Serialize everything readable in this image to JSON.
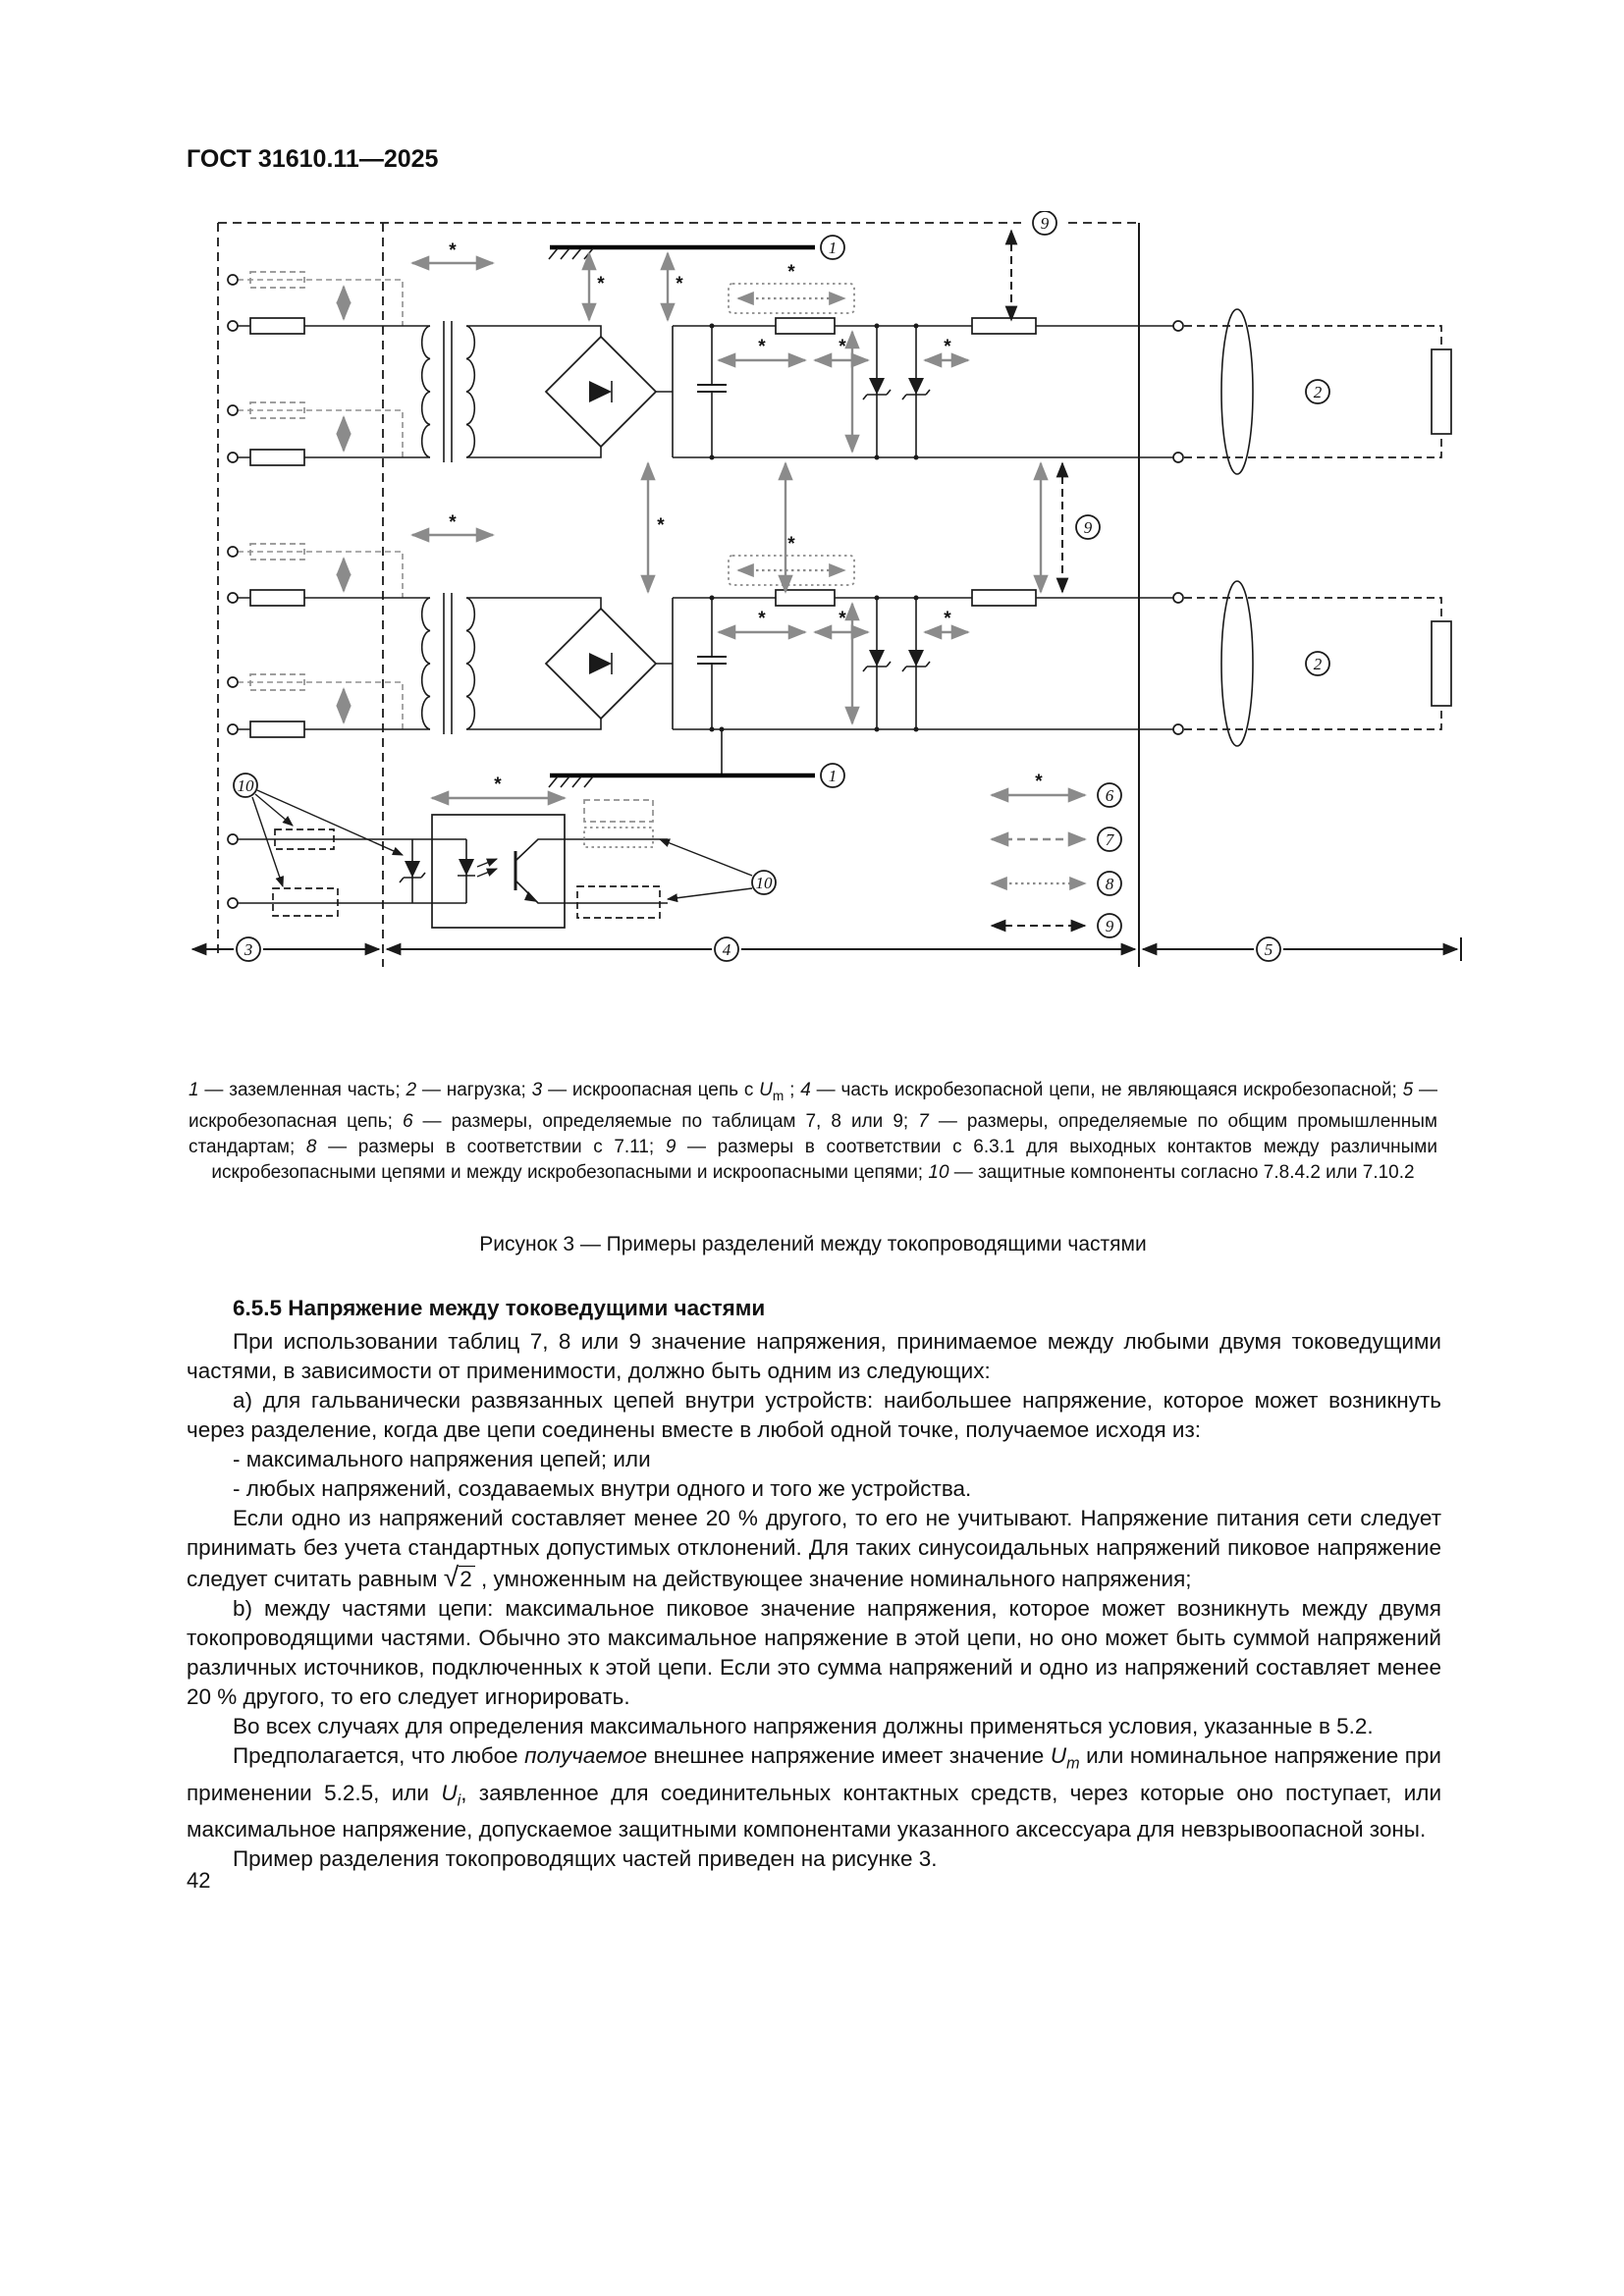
{
  "page": {
    "header": "ГОСТ 31610.11—2025",
    "number": "42"
  },
  "figure": {
    "asterisk": "*",
    "callouts": {
      "c1": "1",
      "c2": "2",
      "c3": "3",
      "c4": "4",
      "c5": "5",
      "c6": "6",
      "c7": "7",
      "c8": "8",
      "c9": "9",
      "c10": "10"
    },
    "legend": [
      {
        "style": "solid-gray-arrow",
        "label": "6"
      },
      {
        "style": "dashed-gray-arrow",
        "label": "7"
      },
      {
        "style": "dotted-gray-arrow",
        "label": "8"
      },
      {
        "style": "dashed-black-arrow",
        "label": "9"
      }
    ],
    "caption_segments": [
      {
        "t": "1",
        "i": true
      },
      " — заземленная часть; ",
      {
        "t": "2",
        "i": true
      },
      " — нагрузка; ",
      {
        "t": "3",
        "i": true
      },
      " — искроопасная цепь с ",
      {
        "t": "U",
        "i": true
      },
      {
        "t": "m",
        "sub": true
      },
      " ; ",
      {
        "t": "4",
        "i": true
      },
      " — часть искробезопасной цепи, не являющаяся искробезопасной; ",
      {
        "t": "5",
        "i": true
      },
      " — искробезопасная цепь; ",
      {
        "t": "6",
        "i": true
      },
      " — размеры, определяемые по таблицам 7, 8 или 9; ",
      {
        "t": "7",
        "i": true
      },
      " — размеры, определяемые по общим промышленным стандартам; ",
      {
        "t": "8",
        "i": true
      },
      " — размеры в соответствии с 7.11; ",
      {
        "t": "9",
        "i": true
      },
      " — размеры в соответствии с 6.3.1 для выходных контактов между различными искробезопасными цепями и между искробезопасными и искроопасными цепями; ",
      {
        "t": "10",
        "i": true
      },
      " — защитные компоненты согласно 7.8.4.2 или 7.10.2"
    ],
    "title": "Рисунок 3 — Примеры разделений между токопроводящими частями"
  },
  "section": {
    "heading": "6.5.5 Напряжение между токоведущими частями",
    "paragraphs": [
      [
        "При использовании таблиц 7, 8 или 9 значение напряжения, принимаемое между любыми двумя токоведущими частями, в зависимости от применимости, должно быть одним из следующих:"
      ],
      [
        "a) для гальванически развязанных цепей внутри устройств: наибольшее напряжение, которое может возникнуть через разделение, когда две цепи соединены вместе в любой одной точке, получаемое исходя из:"
      ],
      [
        "- максимального напряжения цепей; или"
      ],
      [
        "- любых напряжений, создаваемых внутри одного и того же устройства."
      ],
      [
        "Если одно из напряжений составляет менее 20 % другого, то его не учитывают. Напряжение питания сети следует принимать без учета стандартных допустимых отклонений. Для таких синусоидальных напряжений пиковое напряжение следует считать равным ",
        {
          "t": "2",
          "sqrt": true
        },
        " , умноженным на действующее значение номинального напряжения;"
      ],
      [
        "b) между частями цепи: максимальное пиковое значение напряжения, которое может возникнуть между двумя токопроводящими частями. Обычно это максимальное напряжение в этой цепи, но оно может быть суммой напряжений различных источников, подключенных к этой цепи. Если это сумма напряжений и одно из напряжений составляет менее 20 % другого, то его следует игнорировать."
      ],
      [
        "Во всех случаях для определения максимального напряжения должны применяться условия, указанные в 5.2."
      ],
      [
        "Предполагается, что любое ",
        {
          "t": "получаемое",
          "i": true
        },
        " внешнее напряжение имеет значение ",
        {
          "t": "U",
          "i": true
        },
        {
          "t": "m",
          "sub": true,
          "i": true
        },
        " или номинальное напряжение при применении 5.2.5, или ",
        {
          "t": "U",
          "i": true
        },
        {
          "t": "i",
          "sub": true,
          "i": true
        },
        ", заявленное для соединительных контактных средств, через которые оно поступает, или максимальное напряжение, допускаемое защитными компонентами указанного аксессуара для невзрывоопасной зоны."
      ],
      [
        "Пример разделения токопроводящих частей приведен на рисунке 3."
      ]
    ]
  }
}
